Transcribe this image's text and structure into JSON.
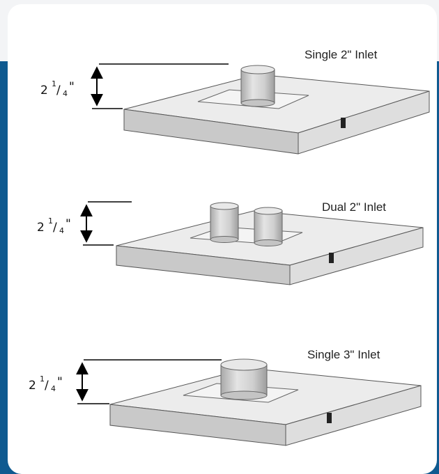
{
  "colors": {
    "accent_band": "#0f5a90",
    "card": "#ffffff",
    "plate_top": "#ececec",
    "plate_front": "#c9c9c9",
    "plate_side": "#dedede",
    "outline": "#555555"
  },
  "diagrams": [
    {
      "label": "Single 2\" Inlet",
      "dimension": {
        "whole": "2",
        "numerator": "1",
        "denominator": "4",
        "unit": "\""
      }
    },
    {
      "label": "Dual 2\" Inlet",
      "dimension": {
        "whole": "2",
        "numerator": "1",
        "denominator": "4",
        "unit": "\""
      }
    },
    {
      "label": "Single 3\" Inlet",
      "dimension": {
        "whole": "2",
        "numerator": "1",
        "denominator": "4",
        "unit": "\""
      }
    }
  ]
}
